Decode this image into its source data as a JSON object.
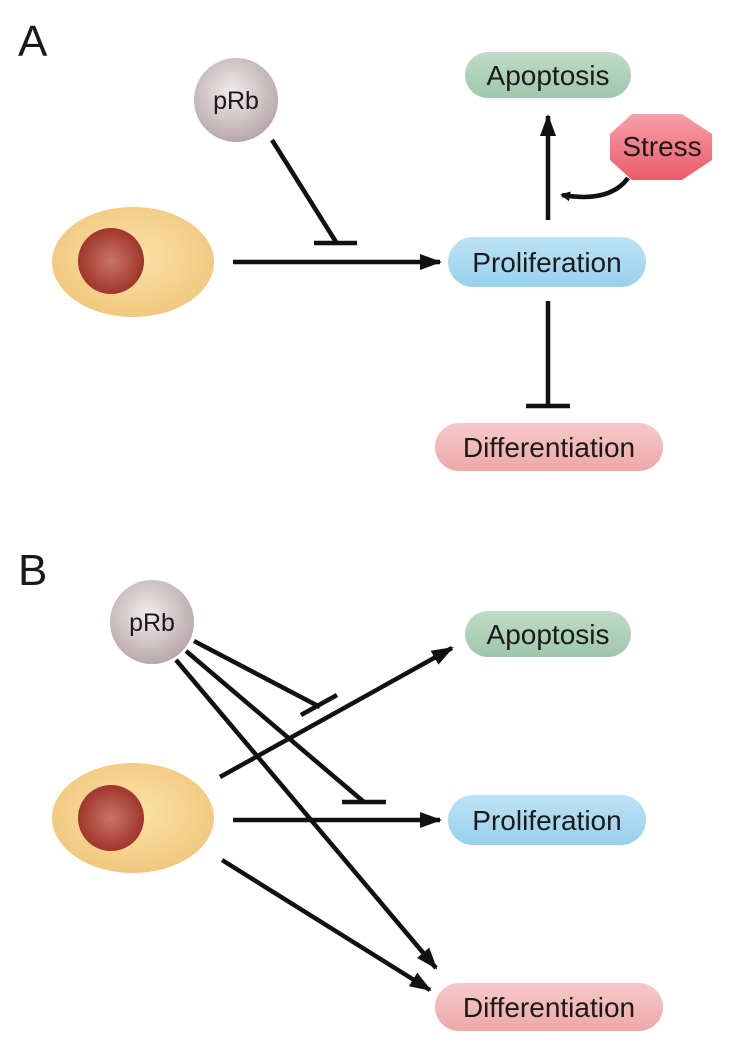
{
  "panels": {
    "a": {
      "letter": "A",
      "regulator": "pRb",
      "outcomes": {
        "apoptosis": "Apoptosis",
        "proliferation": "Proliferation",
        "differentiation": "Differentiation"
      },
      "stress": "Stress"
    },
    "b": {
      "letter": "B",
      "regulator": "pRb",
      "outcomes": {
        "apoptosis": "Apoptosis",
        "proliferation": "Proliferation",
        "differentiation": "Differentiation"
      }
    }
  },
  "colors": {
    "apoptosis": "#a9cdb4",
    "proliferation": "#a6d8ef",
    "differentiation": "#f2b4b4",
    "stress": "#f06a78",
    "cell_body": "#f5d089",
    "nucleus": "#a9372e",
    "regulator": "#c6b8bb",
    "edge": "#111111"
  }
}
